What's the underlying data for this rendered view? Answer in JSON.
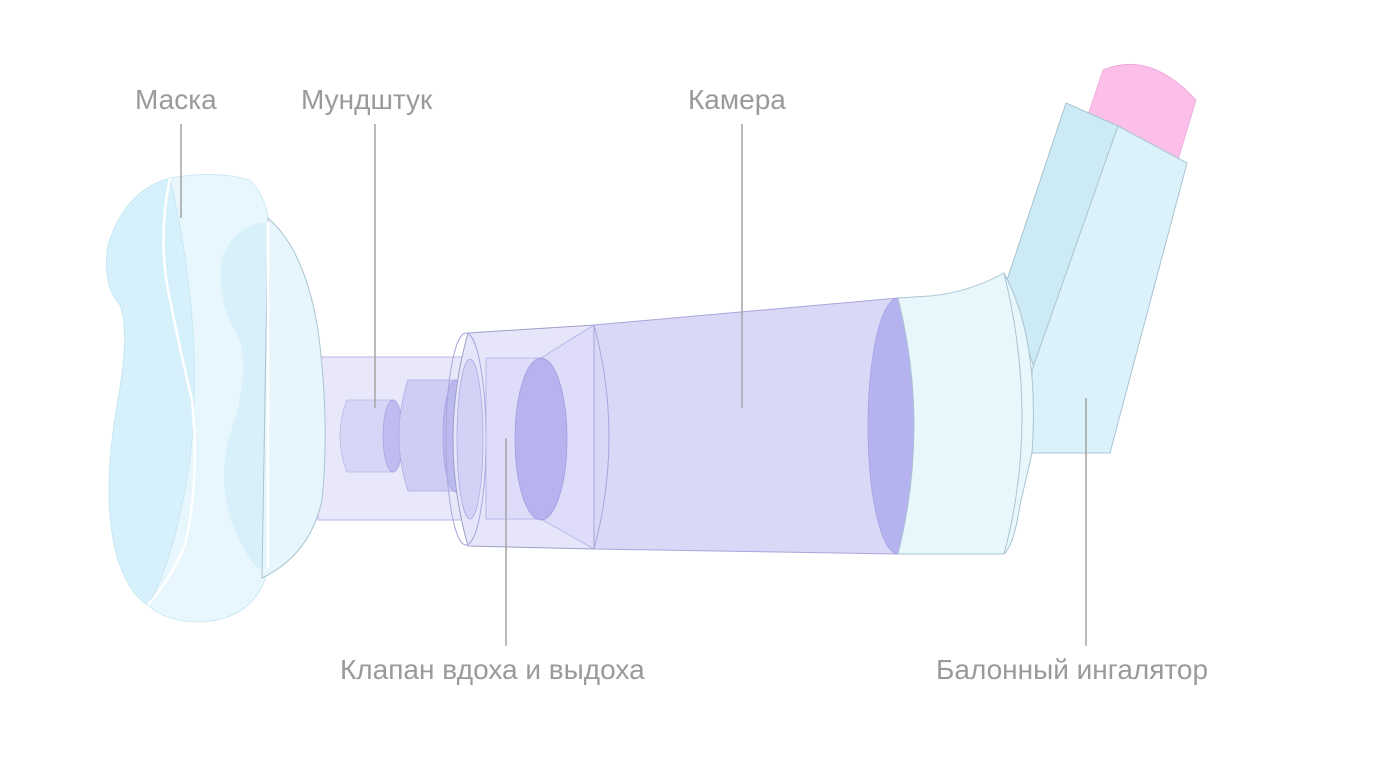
{
  "labels": {
    "mask": "Маска",
    "mouthpiece": "Мундштук",
    "chamber": "Камера",
    "valve": "Клапан вдоха и выдоха",
    "inhaler": "Балонный ингалятор"
  },
  "colors": {
    "label_text": "#9a9a9a",
    "leader_line": "#a8a8a8",
    "mask_fill": "#d6f1fb",
    "chamber_fill": "#d9d8f7",
    "chamber_dark": "#b3b1ec",
    "adapter_fill": "#e8f7fc",
    "inhaler_body": "#dcf2fa",
    "canister_cap": "#fbbfea"
  }
}
